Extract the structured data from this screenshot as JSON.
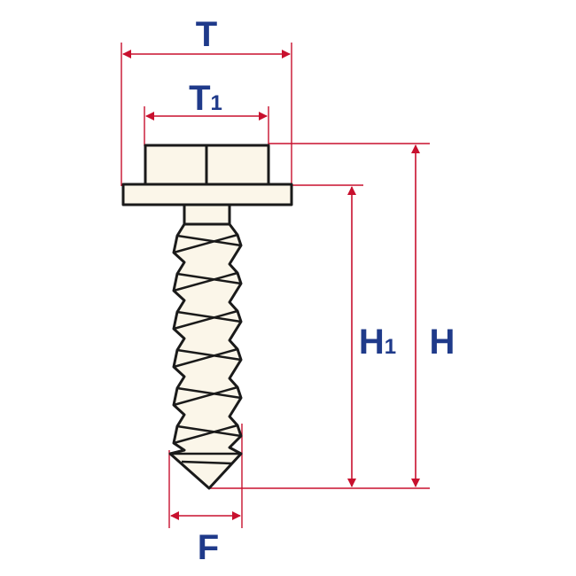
{
  "diagram": {
    "labels": {
      "T": "T",
      "T1_main": "T",
      "T1_sub": "1",
      "H1_main": "H",
      "H1_sub": "1",
      "H": "H",
      "F": "F"
    },
    "colors": {
      "outline": "#1a1a1a",
      "fill": "#fbf6e9",
      "dimension": "#c8102e",
      "label": "#1f3a8a"
    }
  }
}
